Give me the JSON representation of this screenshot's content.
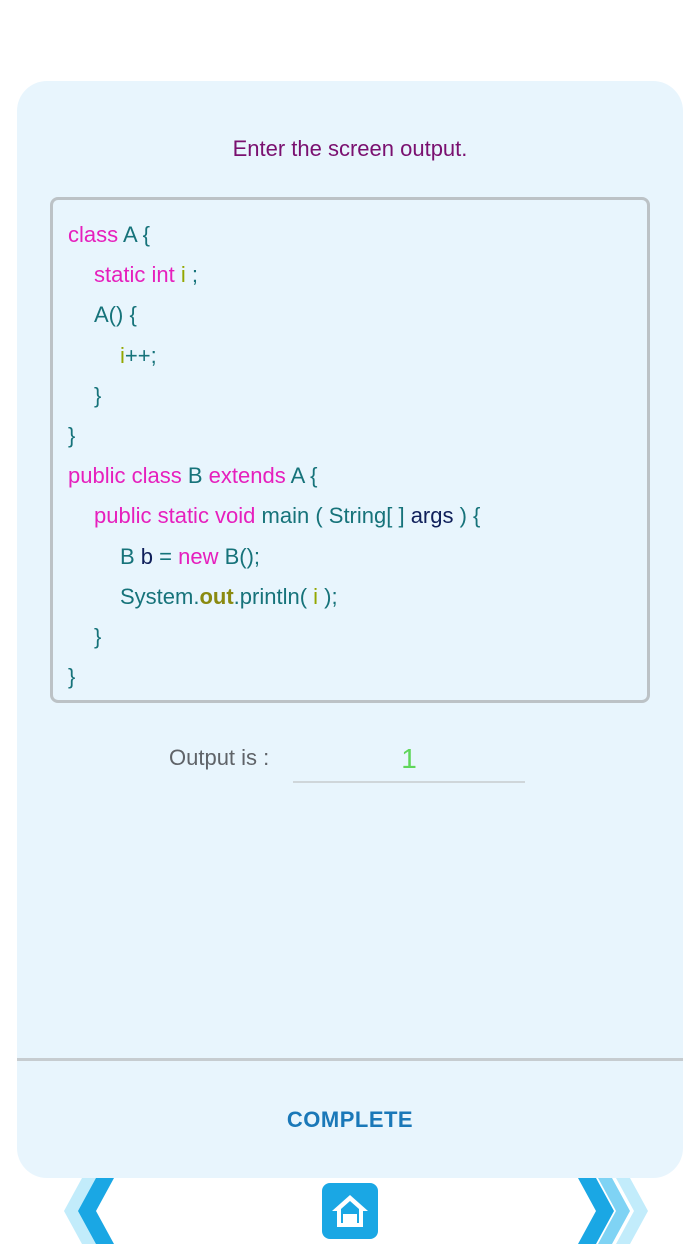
{
  "instruction": "Enter the screen output.",
  "code": {
    "l1": {
      "a": "class ",
      "b": "A {"
    },
    "l2": {
      "a": "static int ",
      "b": "i",
      "c": " ;"
    },
    "l3": {
      "a": "A() {"
    },
    "l4": {
      "a": "i",
      "b": "++;"
    },
    "l5": {
      "a": "}"
    },
    "l6": {
      "a": "}"
    },
    "l7": {
      "a": "public class ",
      "b": "B ",
      "c": "extends ",
      "d": "A {"
    },
    "l8": {
      "a": "public static void ",
      "b": "main ( String[ ] ",
      "c": "args",
      "d": " ) {"
    },
    "l9": {
      "a": "B ",
      "b": "b",
      "c": " = ",
      "d": "new ",
      "e": "B();"
    },
    "l10": {
      "a": "System.",
      "b": "out",
      "c": ".println( ",
      "d": "i",
      "e": " );"
    },
    "l11": {
      "a": "}"
    },
    "l12": {
      "a": "}"
    }
  },
  "output": {
    "label": "Output is :",
    "value": "1"
  },
  "complete_label": "COMPLETE",
  "nav": {
    "prev_icon": "chevron-left-icon",
    "next_icon": "chevron-right-icon",
    "home_icon": "home-icon"
  },
  "colors": {
    "card_bg": "#e8f5fd",
    "keyword": "#e61fbd",
    "identifier": "#16737a",
    "variable": "#93a700",
    "accent": "#1a78b8",
    "home_bg": "#1aa7e4",
    "answer": "#5fd65a"
  }
}
